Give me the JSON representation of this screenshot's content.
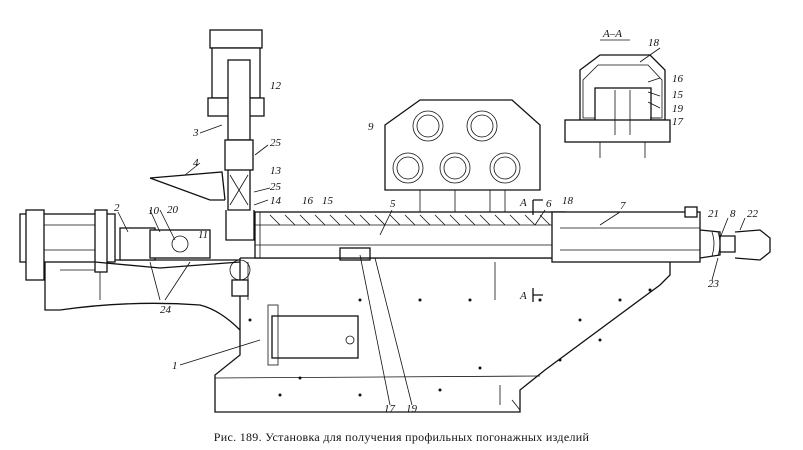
{
  "caption": "Рис. 189. Установка для получения профильных погонажных изделий",
  "section_title": "А–А",
  "section_marks": [
    "А",
    "А"
  ],
  "part_labels": [
    "1",
    "2",
    "3",
    "4",
    "5",
    "6",
    "7",
    "8",
    "9",
    "10",
    "11",
    "12",
    "13",
    "14",
    "15",
    "16",
    "17",
    "18",
    "19",
    "20",
    "21",
    "22",
    "23",
    "24",
    "25"
  ],
  "section_labels": [
    "18",
    "16",
    "15",
    "19",
    "17"
  ]
}
